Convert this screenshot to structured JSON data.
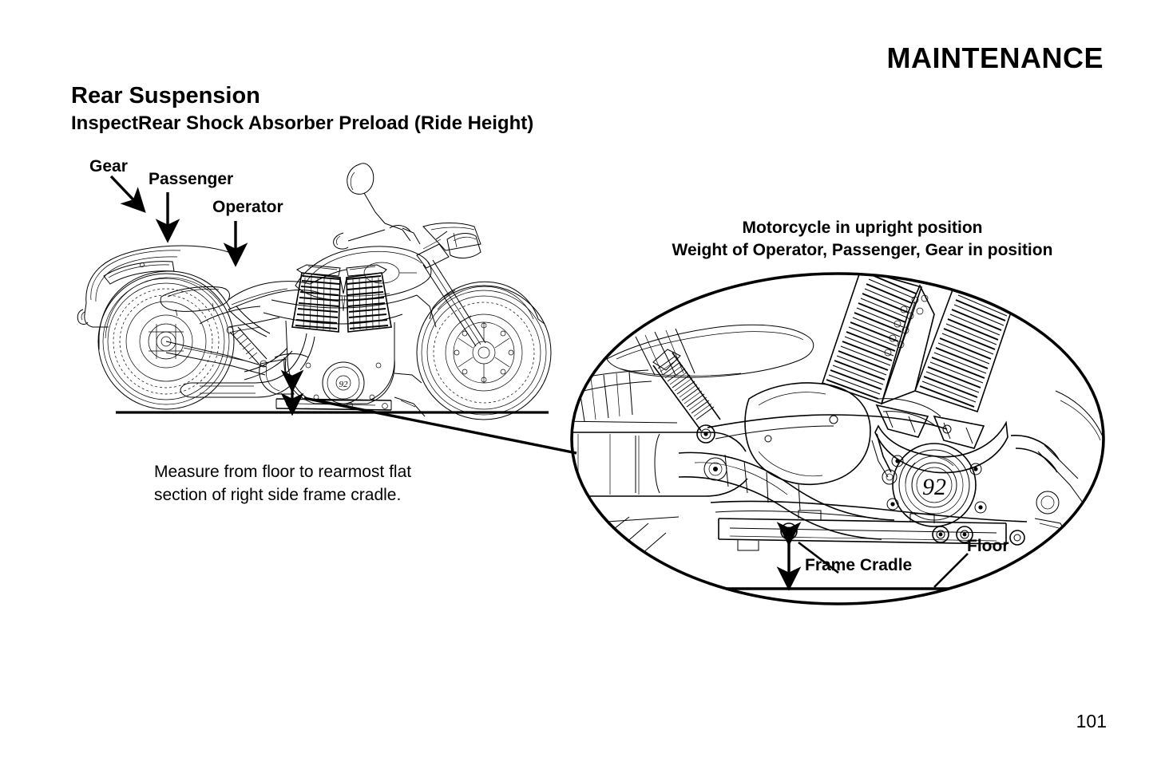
{
  "header": {
    "chapter_title": "MAINTENANCE",
    "section_title": "Rear Suspension",
    "subsection_title": "InspectRear Shock Absorber Preload (Ride Height)"
  },
  "figure_left": {
    "name": "motorcycle-side-view-line-drawing",
    "labels": {
      "gear": "Gear",
      "passenger": "Passenger",
      "operator": "Operator"
    },
    "measure_note_line1": "Measure from floor to rearmost flat",
    "measure_note_line2": "section of right side frame cradle."
  },
  "figure_right": {
    "name": "frame-cradle-detail-oval",
    "note_line1": "Motorcycle in upright position",
    "note_line2": "Weight of Operator, Passenger, Gear in position",
    "labels": {
      "frame_cradle": "Frame Cradle",
      "floor": "Floor"
    },
    "engine_emblem": "92"
  },
  "footer": {
    "page_number": "101"
  },
  "colors": {
    "ink": "#000000",
    "paper": "#ffffff"
  }
}
